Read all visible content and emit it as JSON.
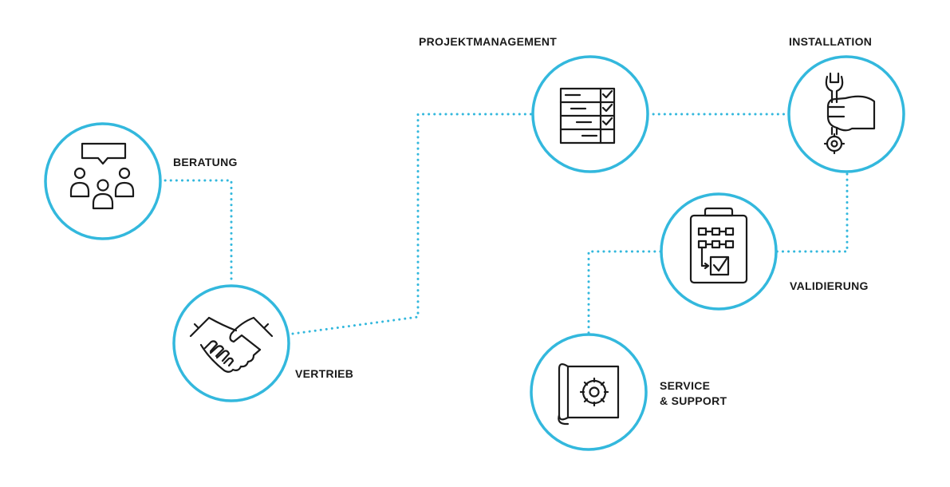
{
  "colors": {
    "accent": "#33b8dd",
    "icon": "#1a1a1a",
    "background": "#ffffff"
  },
  "steps": [
    {
      "id": "beratung",
      "label_lines": [
        "BERATUNG"
      ],
      "icon": "people-speech-bubble-icon"
    },
    {
      "id": "vertrieb",
      "label_lines": [
        "VERTRIEB"
      ],
      "icon": "handshake-icon"
    },
    {
      "id": "projektmanagement",
      "label_lines": [
        "PROJEKTMANAGEMENT"
      ],
      "icon": "checklist-icon"
    },
    {
      "id": "installation",
      "label_lines": [
        "INSTALLATION"
      ],
      "icon": "hand-wrench-icon"
    },
    {
      "id": "validierung",
      "label_lines": [
        "VALIDIERUNG"
      ],
      "icon": "clipboard-flowchart-icon"
    },
    {
      "id": "service_support",
      "label_lines": [
        "SERVICE",
        "& SUPPORT"
      ],
      "icon": "blueprint-gear-icon"
    }
  ]
}
